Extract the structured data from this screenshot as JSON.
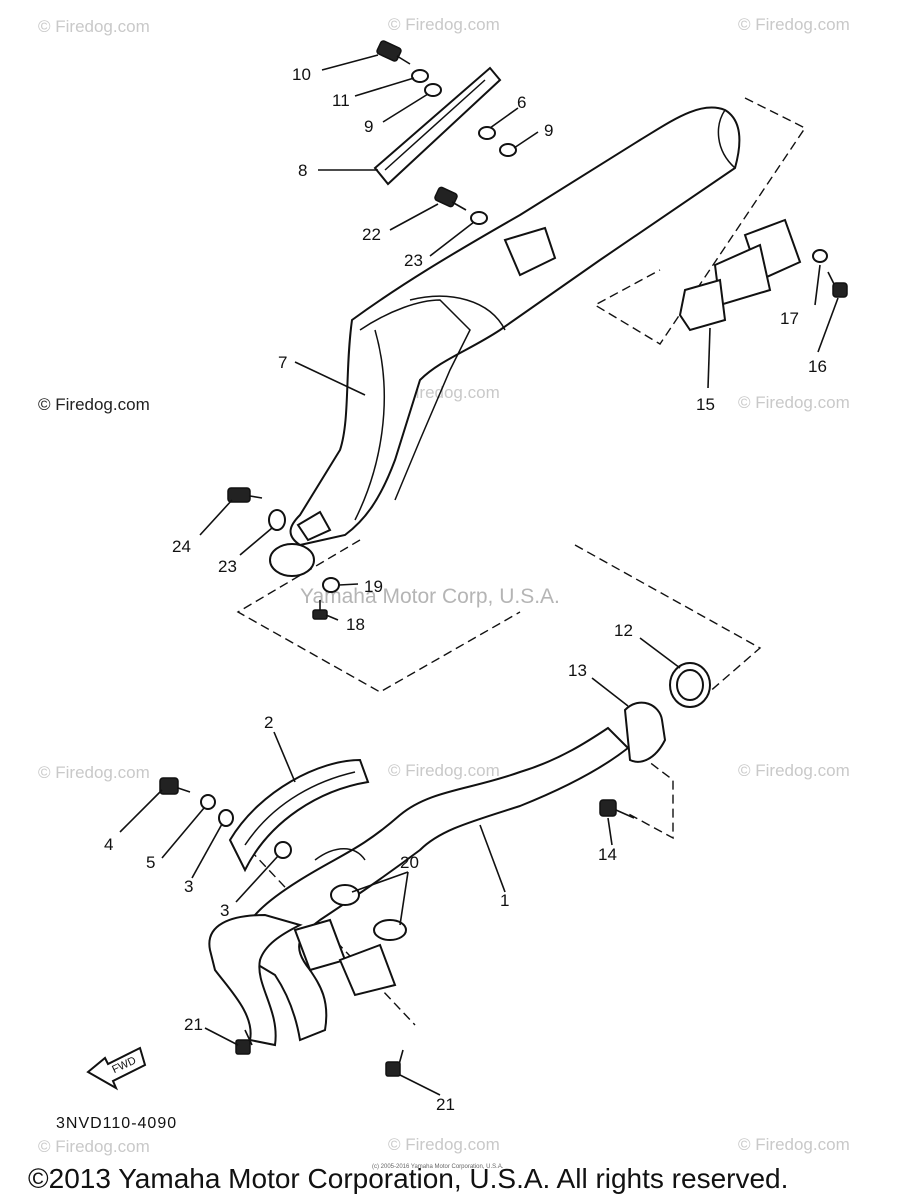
{
  "watermarks": {
    "faint": "© Firedog.com",
    "strong": "© Firedog.com",
    "center": "Yamaha Motor Corp, U.S.A."
  },
  "part_code": "3NVD110-4090",
  "fwd_label": "FWD",
  "copyright": "©2013 Yamaha Motor Corporation, U.S.A. All rights reserved.",
  "tiny_copyright": "(c) 2005-2016 Yamaha Motor Corporation, U.S.A.",
  "callouts": {
    "c1": "1",
    "c2": "2",
    "c3a": "3",
    "c3b": "3",
    "c4": "4",
    "c5": "5",
    "c6": "6",
    "c7": "7",
    "c8": "8",
    "c9a": "9",
    "c9b": "9",
    "c10": "10",
    "c11": "11",
    "c12": "12",
    "c13": "13",
    "c14": "14",
    "c15": "15",
    "c16": "16",
    "c17": "17",
    "c18": "18",
    "c19": "19",
    "c20": "20",
    "c21a": "21",
    "c21b": "21",
    "c22": "22",
    "c23a": "23",
    "c23b": "23",
    "c24": "24"
  }
}
